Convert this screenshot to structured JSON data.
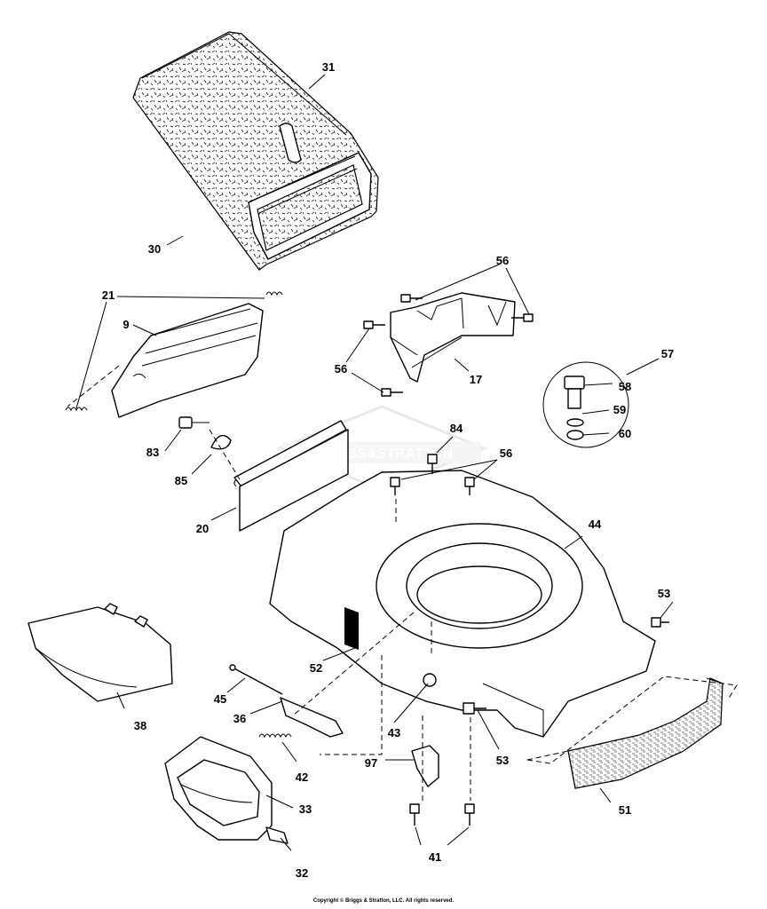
{
  "watermark": "BRIGGS&STRATTON",
  "copyright": "Copyright © Briggs & Stratton, LLC. All rights reserved.",
  "labels": {
    "p31": "31",
    "p30": "30",
    "p21": "21",
    "p9": "9",
    "p56a": "56",
    "p56b": "56",
    "p17": "17",
    "p57": "57",
    "p58": "58",
    "p59": "59",
    "p60": "60",
    "p83": "83",
    "p85": "85",
    "p84": "84",
    "p56c": "56",
    "p20": "20",
    "p44": "44",
    "p53a": "53",
    "p52": "52",
    "p45": "45",
    "p36": "36",
    "p43": "43",
    "p38": "38",
    "p42": "42",
    "p53b": "53",
    "p97": "97",
    "p51": "51",
    "p33": "33",
    "p41": "41",
    "p32": "32"
  }
}
